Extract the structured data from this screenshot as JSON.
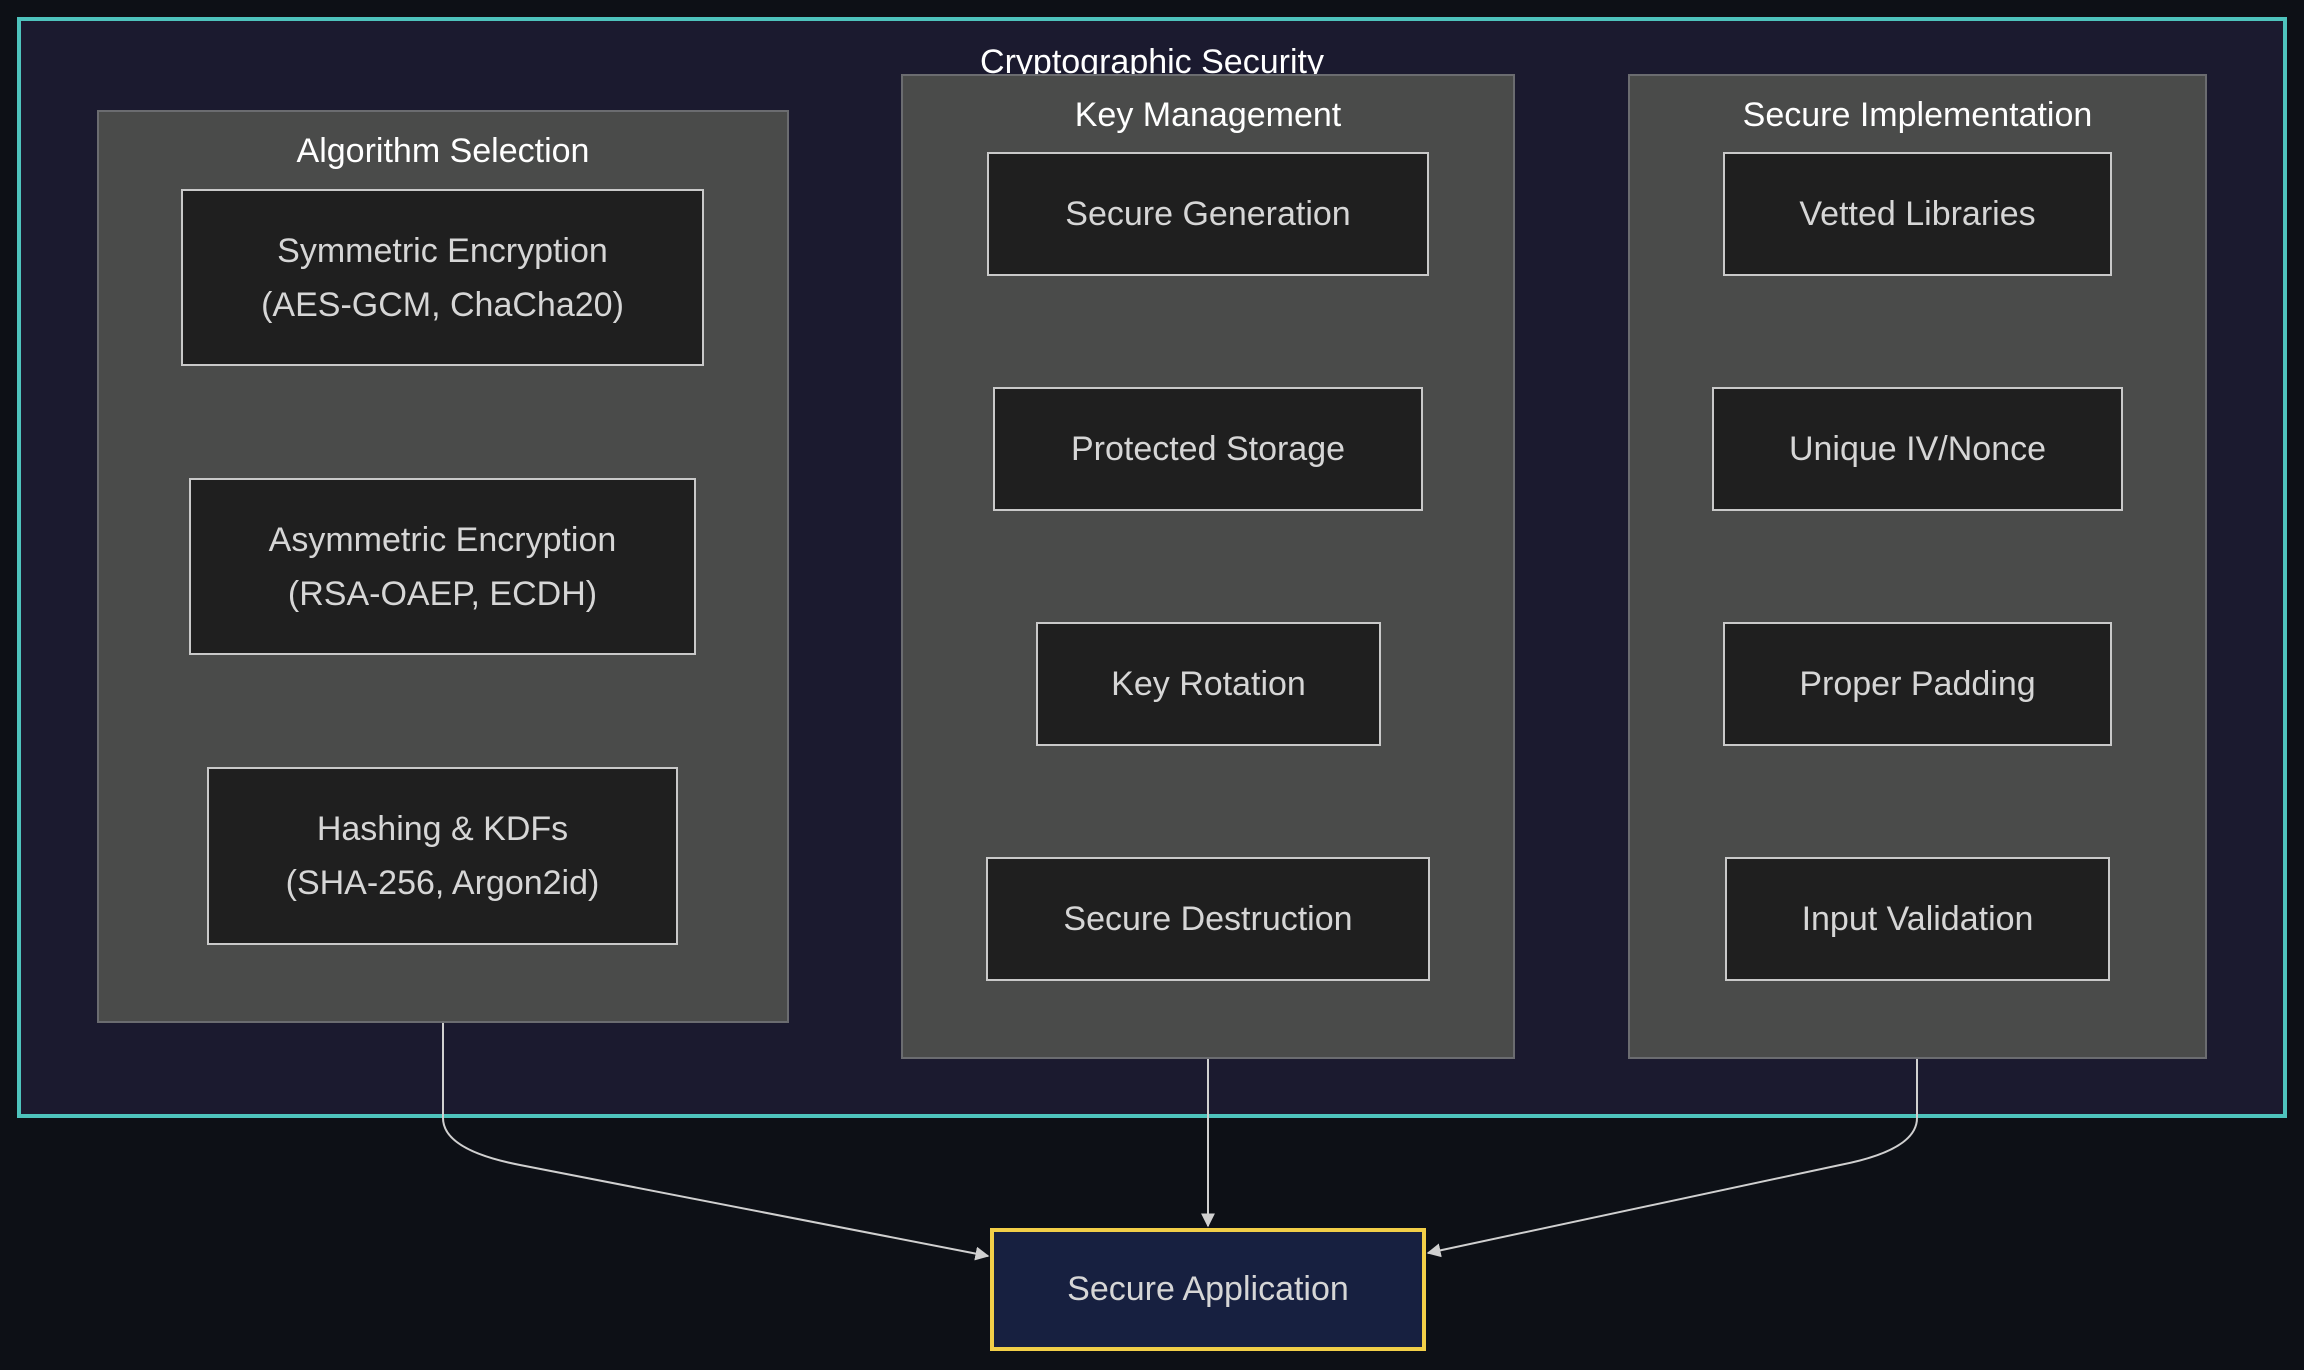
{
  "diagram": {
    "title": "Cryptographic Security",
    "groups": [
      {
        "title": "Algorithm Selection",
        "nodes": [
          {
            "line1": "Symmetric Encryption",
            "line2": "(AES-GCM, ChaCha20)"
          },
          {
            "line1": "Asymmetric Encryption",
            "line2": "(RSA-OAEP, ECDH)"
          },
          {
            "line1": "Hashing & KDFs",
            "line2": "(SHA-256, Argon2id)"
          }
        ]
      },
      {
        "title": "Key Management",
        "nodes": [
          {
            "line1": "Secure Generation"
          },
          {
            "line1": "Protected Storage"
          },
          {
            "line1": "Key Rotation"
          },
          {
            "line1": "Secure Destruction"
          }
        ]
      },
      {
        "title": "Secure Implementation",
        "nodes": [
          {
            "line1": "Vetted Libraries"
          },
          {
            "line1": "Unique IV/Nonce"
          },
          {
            "line1": "Proper Padding"
          },
          {
            "line1": "Input Validation"
          }
        ]
      }
    ],
    "target": "Secure Application",
    "edges": [
      {
        "from": "Algorithm Selection",
        "to": "Secure Application"
      },
      {
        "from": "Key Management",
        "to": "Secure Application"
      },
      {
        "from": "Secure Implementation",
        "to": "Secure Application"
      }
    ],
    "colors": {
      "background": "#0d1016",
      "outer_fill": "#1b1a2f",
      "outer_border": "#4ec3bd",
      "group_fill": "#4a4b4a",
      "node_fill": "#1f1f1f",
      "node_border": "#c9c9c9",
      "target_fill": "#172040",
      "target_border": "#f2cf48",
      "edge": "#d0d0d0"
    }
  }
}
